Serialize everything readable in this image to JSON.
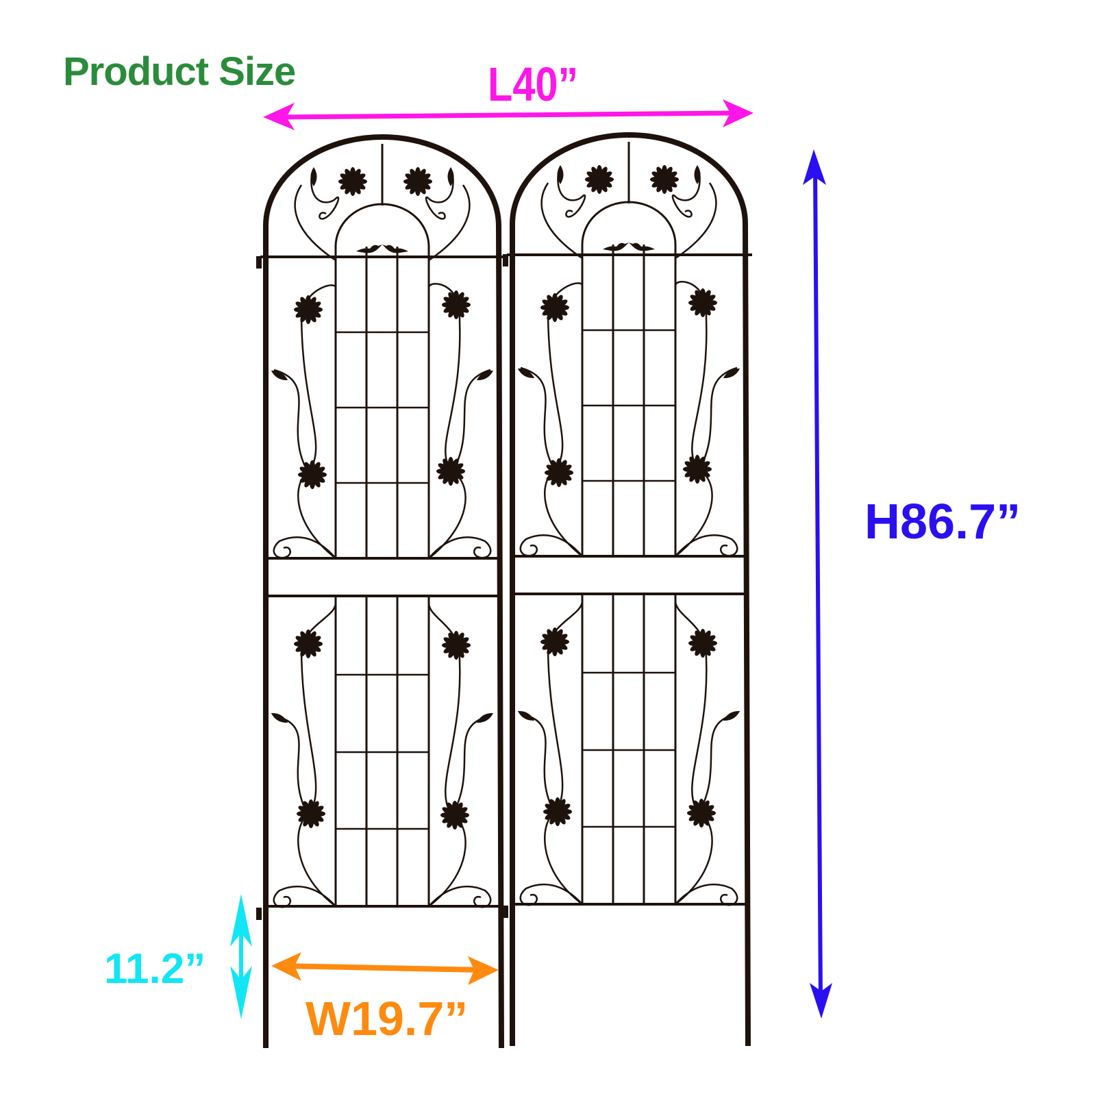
{
  "title": {
    "text": "Product Size",
    "color": "#2a8c3a"
  },
  "dimensions": {
    "length": {
      "label": "L40”",
      "value": 40,
      "unit": "in",
      "color": "#ff16e8"
    },
    "height": {
      "label": "H86.7”",
      "value": 86.7,
      "unit": "in",
      "color": "#2a10f0"
    },
    "ground_stake": {
      "label": "11.2”",
      "value": 11.2,
      "unit": "in",
      "color": "#12e6f4"
    },
    "width": {
      "label": "W19.7”",
      "value": 19.7,
      "unit": "in",
      "color": "#ff8a10"
    }
  },
  "product": {
    "panels": 2,
    "frame_color": "#1e120c",
    "motifs": [
      "arch-top",
      "flowers",
      "birds",
      "scrolls",
      "vines",
      "grid-lattice"
    ]
  }
}
